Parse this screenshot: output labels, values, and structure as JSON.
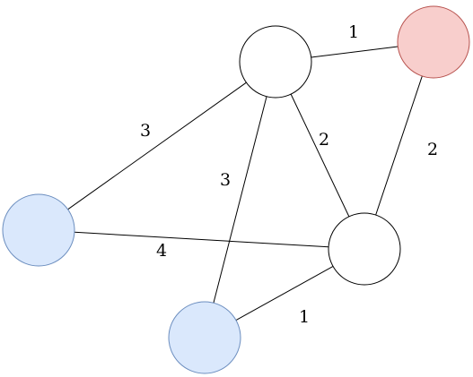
{
  "graph": {
    "nodes": [
      {
        "id": "top",
        "fill": "#ffffff",
        "stroke": "#000000"
      },
      {
        "id": "red",
        "fill": "#f8cecc",
        "stroke": "#b85450"
      },
      {
        "id": "left",
        "fill": "#dae8fc",
        "stroke": "#6c8ebf"
      },
      {
        "id": "right",
        "fill": "#ffffff",
        "stroke": "#000000"
      },
      {
        "id": "bottom",
        "fill": "#dae8fc",
        "stroke": "#6c8ebf"
      }
    ],
    "edges": [
      {
        "from": "top",
        "to": "red",
        "weight": "1"
      },
      {
        "from": "top",
        "to": "left",
        "weight": "3"
      },
      {
        "from": "top",
        "to": "right",
        "weight": "2"
      },
      {
        "from": "top",
        "to": "bottom",
        "weight": "3"
      },
      {
        "from": "red",
        "to": "right",
        "weight": "2"
      },
      {
        "from": "left",
        "to": "right",
        "weight": "4"
      },
      {
        "from": "bottom",
        "to": "right",
        "weight": "1"
      }
    ]
  }
}
